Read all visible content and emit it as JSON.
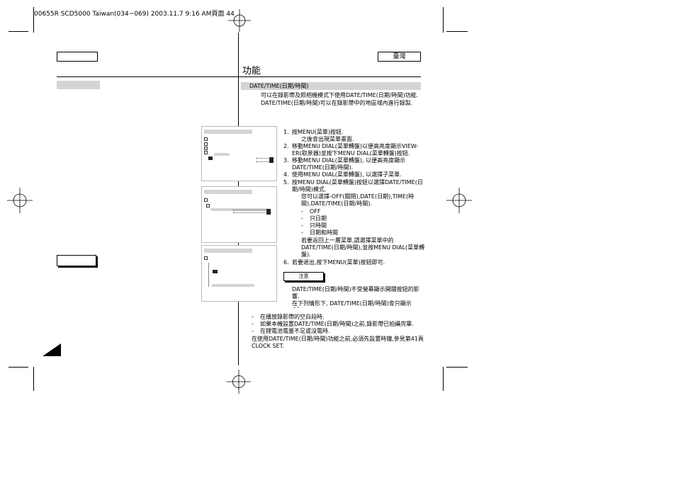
{
  "print_header": "00655R SCD5000 Taiwan(034~069)  2003.11.7  9:16 AM頁面 44",
  "region_label": "臺灣",
  "page_title": "功能",
  "section": {
    "heading": "DATE/TIME(日期/時間)",
    "intro": [
      "可以在錄影帶及照相機模式下使用DATE/TIME(日期/時間)功能.",
      "DATE/TIME(日期/時間)可以在錄影帶中的地區域內進行錄製."
    ]
  },
  "steps": [
    {
      "num": "1.",
      "lines": [
        "按MENU(菜單)按鈕.",
        "之後會出現菜單畫面."
      ]
    },
    {
      "num": "2.",
      "lines": [
        "移動MENU DIAL(菜單轉盤)以便高亮度顯示VIEW-",
        "ER(取景器)並按下MENU DIAL(菜單轉盤)按鈕."
      ]
    },
    {
      "num": "3.",
      "lines": [
        "移動MENU DIAL(菜單轉盤), 以便高亮度顯示",
        "DATE/TIME(日期/時間)."
      ]
    },
    {
      "num": "4.",
      "lines": [
        "使用MENU DIAL(菜單轉盤), 以選擇子菜單."
      ]
    },
    {
      "num": "5.",
      "lines": [
        "按MENU DIAL(菜單轉盤)按鈕以選擇DATE/TIME(日",
        "期/時間)模式."
      ]
    }
  ],
  "step5_detail": [
    "您可以選擇-OFF(關閉),DATE(日期),TIME(時",
    "間),DATE/TIME(日期/時間)."
  ],
  "options": [
    {
      "dash": "-",
      "text": "OFF"
    },
    {
      "dash": "-",
      "text": "只日期"
    },
    {
      "dash": "-",
      "text": "只時間"
    },
    {
      "dash": "-",
      "text": "日期和時間"
    }
  ],
  "return_note": [
    "若要返回上一層菜單,請選擇菜單中的",
    "DATE/TIME(日期/時間),並按MENU DIAL(菜單轉",
    "盤)."
  ],
  "step6": {
    "num": "6.",
    "text": "若要退出,按下MENU(菜單)按鈕即可."
  },
  "note_label": "注意",
  "notes": [
    "DATE/TIME(日期/時間)不受螢幕顯示開關按鈕的影",
    "響.",
    "在下列情形下, DATE/TIME(日期/時間)會只顯示"
  ],
  "note_marks": "“ ”",
  "conditions": [
    {
      "dash": "-",
      "text": "在播放錄影帶的空白段時."
    },
    {
      "dash": "-",
      "text": "如果本機設置DATE/TIME(日期/時間)之前,錄影帶已拍攝完畢."
    },
    {
      "dash": "-",
      "text": "在鋰電池電量不足或沒電時."
    }
  ],
  "footer_note": [
    "在使用DATE/TIME(日期/時間)功能之前,必須先設置時鐘,參見第41頁",
    "CLOCK SET."
  ]
}
